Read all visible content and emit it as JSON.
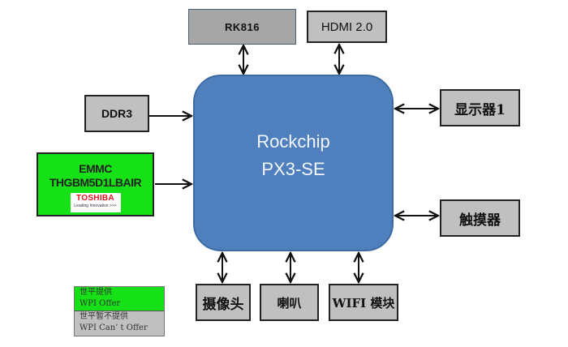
{
  "diagram": {
    "title": "Rockchip PX3-SE block diagram",
    "processor": {
      "line1": "Rockchip",
      "line2": "PX3-SE",
      "color": "#4f7fbd"
    },
    "blocks": {
      "rk816": "RK816",
      "hdmi": "HDMI 2.0",
      "ddr3": "DDR3",
      "emmc": {
        "line1": "EMMC",
        "line2": "THGBM5D1LBAIR",
        "logo_brand": "TOSHIBA",
        "logo_tagline": "Leading Innovation >>>"
      },
      "display": "显示器1",
      "touch": "触摸器",
      "camera": "摄像头",
      "speaker": "喇叭",
      "wifi": "WIFI 模块"
    },
    "connections": [
      {
        "from": "RK816",
        "to": "Rockchip PX3-SE",
        "direction": "bidirectional"
      },
      {
        "from": "HDMI 2.0",
        "to": "Rockchip PX3-SE",
        "direction": "bidirectional"
      },
      {
        "from": "DDR3",
        "to": "Rockchip PX3-SE",
        "direction": "to-processor"
      },
      {
        "from": "EMMC",
        "to": "Rockchip PX3-SE",
        "direction": "to-processor"
      },
      {
        "from": "显示器1",
        "to": "Rockchip PX3-SE",
        "direction": "bidirectional"
      },
      {
        "from": "触摸器",
        "to": "Rockchip PX3-SE",
        "direction": "bidirectional"
      },
      {
        "from": "摄像头",
        "to": "Rockchip PX3-SE",
        "direction": "bidirectional"
      },
      {
        "from": "喇叭",
        "to": "Rockchip PX3-SE",
        "direction": "bidirectional"
      },
      {
        "from": "WIFI 模块",
        "to": "Rockchip PX3-SE",
        "direction": "bidirectional"
      }
    ],
    "legend": {
      "offer": {
        "zh": "世平提供",
        "en": "WPI Offer",
        "color": "#16e016"
      },
      "no_offer": {
        "zh": "世平暂不提供",
        "en": "WPI Can’ t Offer",
        "color": "#c0c0c0"
      }
    }
  }
}
